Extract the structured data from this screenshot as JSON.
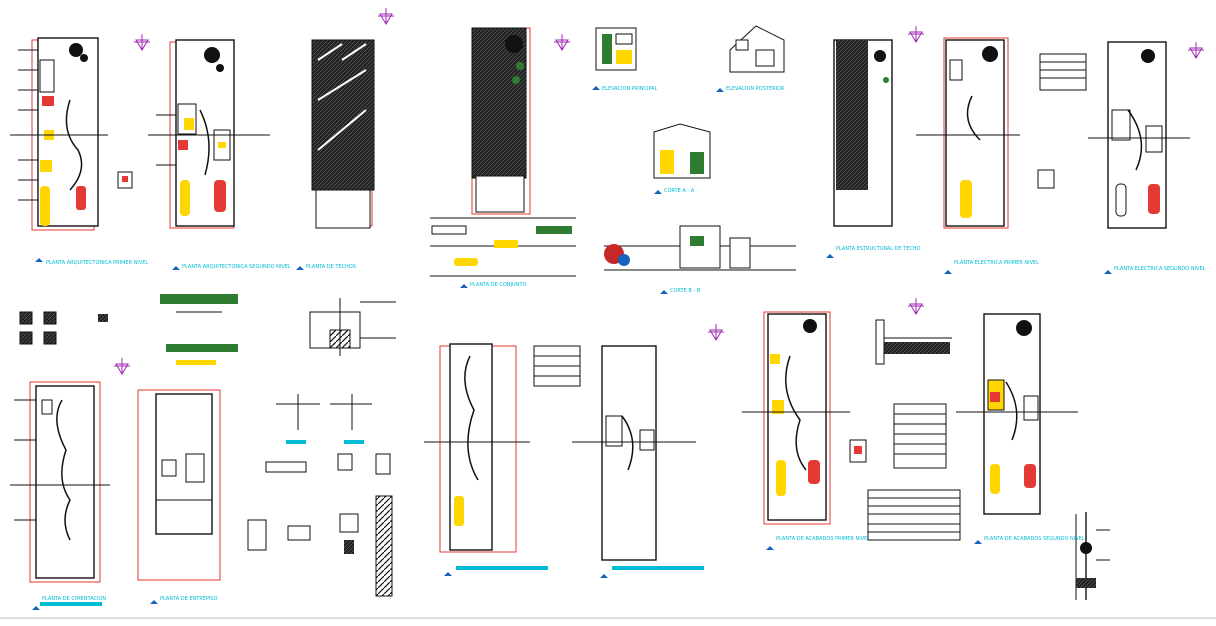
{
  "sheet": {
    "colors": {
      "frame": "#e53935",
      "axis": "#111111",
      "wall": "#111111",
      "detail": "#ffd600",
      "title": "#00bcd4",
      "north": "#9c27b0",
      "bubble": "#1565c0",
      "green": "#2e7d32",
      "door": "#c62828"
    },
    "titles": {
      "plan_arq_1": "PLANTA ARQUITECTONICA PRIMER NIVEL",
      "plan_arq_2": "PLANTA ARQUITECTONICA SEGUNDO NIVEL",
      "plan_techos": "PLANTA DE TECHOS",
      "plan_conjunto": "PLANTA DE CONJUNTO",
      "elev_principal": "ELEVACION PRINCIPAL",
      "elev_posterior": "ELEVACION POSTERIOR",
      "corte_a": "CORTE A - A",
      "corte_b": "CORTE B - B",
      "plan_estructural": "PLANTA ESTRUCTURAL DE TECHO",
      "plan_electrica_1": "PLANTA ELECTRICA PRIMER NIVEL",
      "plan_electrica_2": "PLANTA ELECTRICA SEGUNDO NIVEL",
      "plan_cimentacion": "PLANTA DE CIMENTACION",
      "plan_entrepiso": "PLANTA DE ENTREPISO",
      "plan_acabados_1": "PLANTA DE ACABADOS PRIMER NIVEL",
      "plan_acabados_2": "PLANTA DE ACABADOS SEGUNDO NIVEL"
    }
  }
}
